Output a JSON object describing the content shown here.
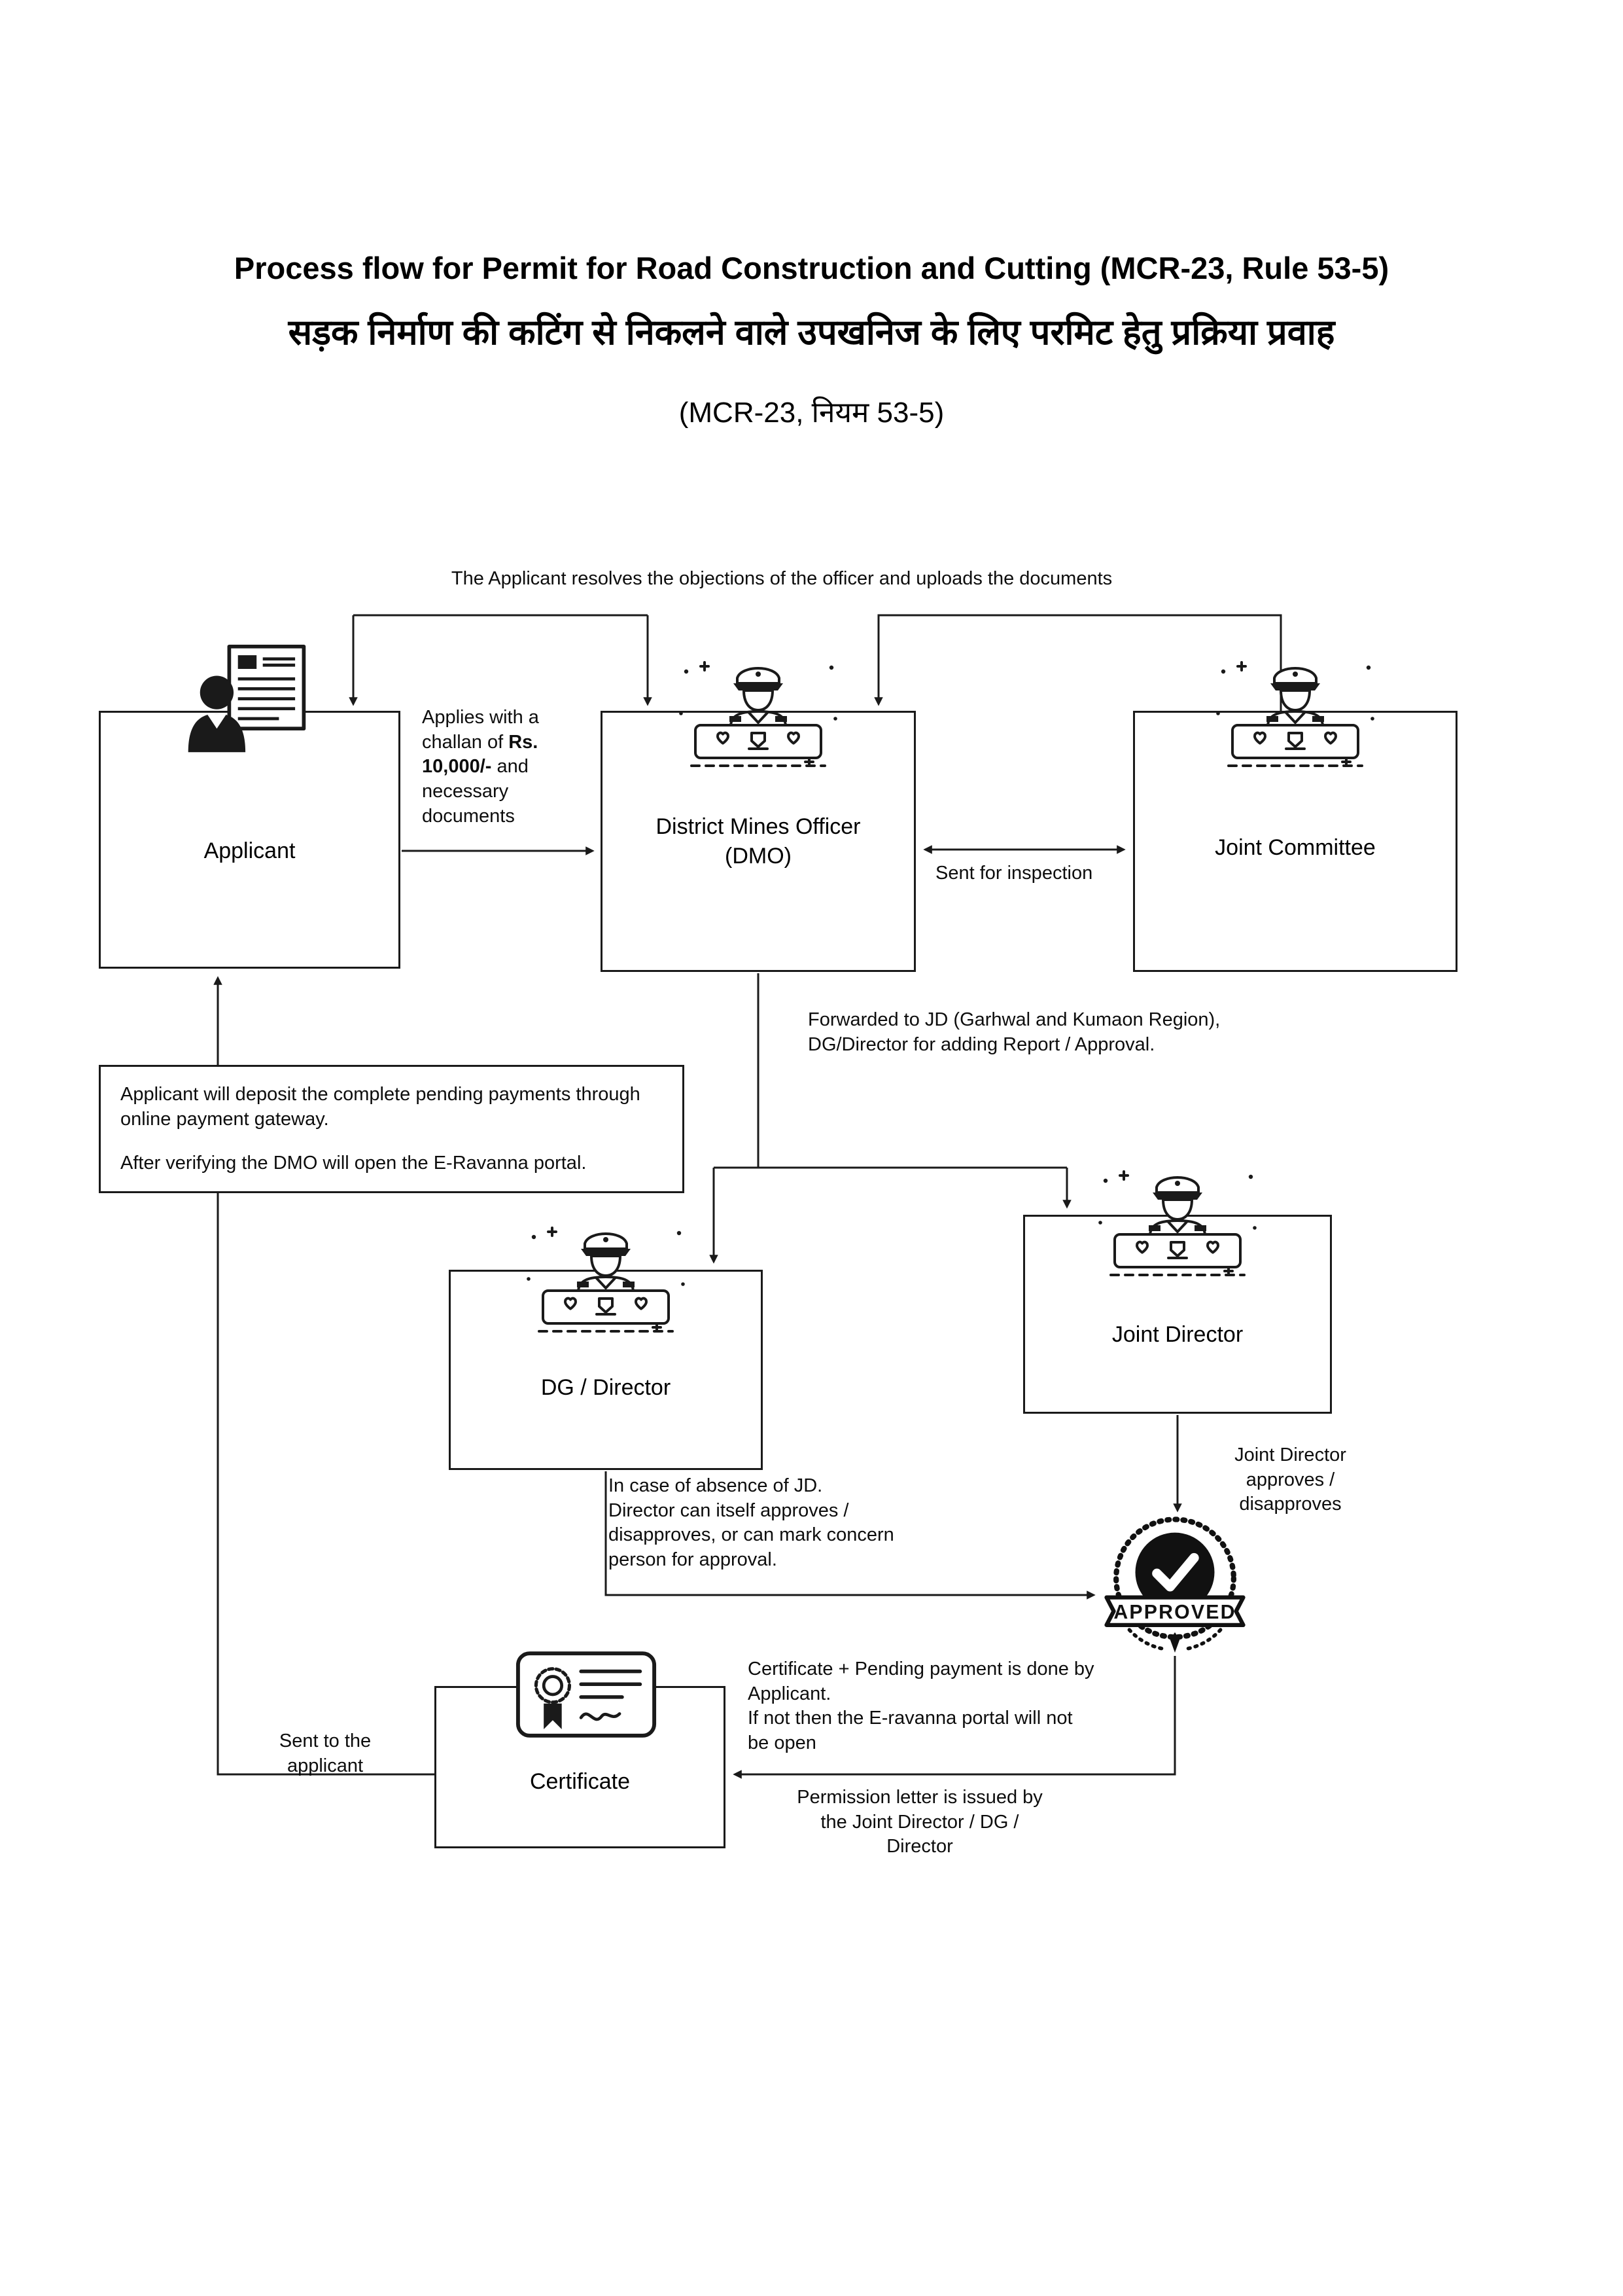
{
  "header": {
    "title_en": "Process flow for Permit for Road Construction and Cutting (MCR-23, Rule 53-5)",
    "title_hi": "सड़क निर्माण की कटिंग से निकलने वाले उपखनिज के लिए परमिट हेतु प्रक्रिया प्रवाह",
    "title_hi_sub": "(MCR-23, नियम 53-5)"
  },
  "nodes": {
    "applicant": {
      "label": "Applicant"
    },
    "dmo": {
      "label": "District Mines Officer (DMO)"
    },
    "joint_committee": {
      "label": "Joint Committee"
    },
    "dg_director": {
      "label": "DG / Director"
    },
    "joint_director": {
      "label": "Joint Director"
    },
    "certificate": {
      "label": "Certificate"
    }
  },
  "notes": {
    "top_note": "The Applicant resolves the objections of the officer and uploads the documents",
    "applies_pre": "Applies with a challan of ",
    "applies_bold": "Rs. 10,000/-",
    "applies_post": " and necessary documents",
    "sent_for_inspection": "Sent for inspection",
    "forwarded": "Forwarded to JD (Garhwal and Kumaon Region),\nDG/Director for adding Report / Approval.",
    "payment_1": "Applicant will deposit the complete pending payments through online payment gateway.",
    "payment_2": "After verifying the DMO will open the E-Ravanna portal.",
    "jd_decision": "Joint Director\napproves /\ndisapproves",
    "absence": "In case of absence of JD.\nDirector can itself approves /\ndisapproves, or can mark concern\nperson for approval.",
    "cert_payment": "Certificate + Pending payment is done by\nApplicant.\nIf not then the E-ravanna portal will not\nbe open",
    "permission": "Permission letter is issued by\nthe Joint Director / DG /\nDirector",
    "sent_to_applicant": "Sent to the\napplicant"
  },
  "stamp": {
    "label": "APPROVED"
  },
  "colors": {
    "line": "#1a1a1a",
    "text": "#000000",
    "background": "#ffffff"
  }
}
